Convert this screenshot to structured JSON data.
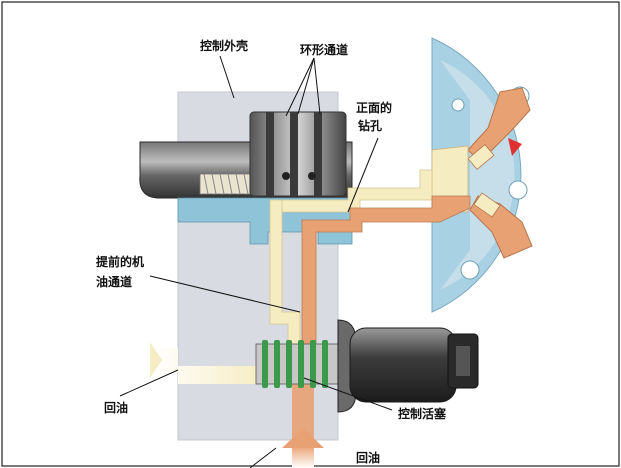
{
  "labels": {
    "control_housing": "控制外壳",
    "annular_channel": "环形通道",
    "front_bore_line1": "正面的",
    "front_bore_line2": "钻孔",
    "advance_channel_line1": "提前的机",
    "advance_channel_line2": "油通道",
    "return_oil_left": "回油",
    "control_piston": "控制活塞",
    "return_oil_bottom": "回油"
  },
  "colors": {
    "housing": "#d9dbe3",
    "shaft_dark": "#4a4a4a",
    "oil_light": "#f6ecc2",
    "oil_pressure": "#e8a172",
    "oil_blue": "#8fc3d8",
    "seal_green": "#3a9a4a",
    "arrow_red": "#e03030",
    "rotor_blue": "#a9d1e4"
  },
  "icons": [
    "pressure-arrow-icon",
    "rotation-arrow-icon"
  ]
}
